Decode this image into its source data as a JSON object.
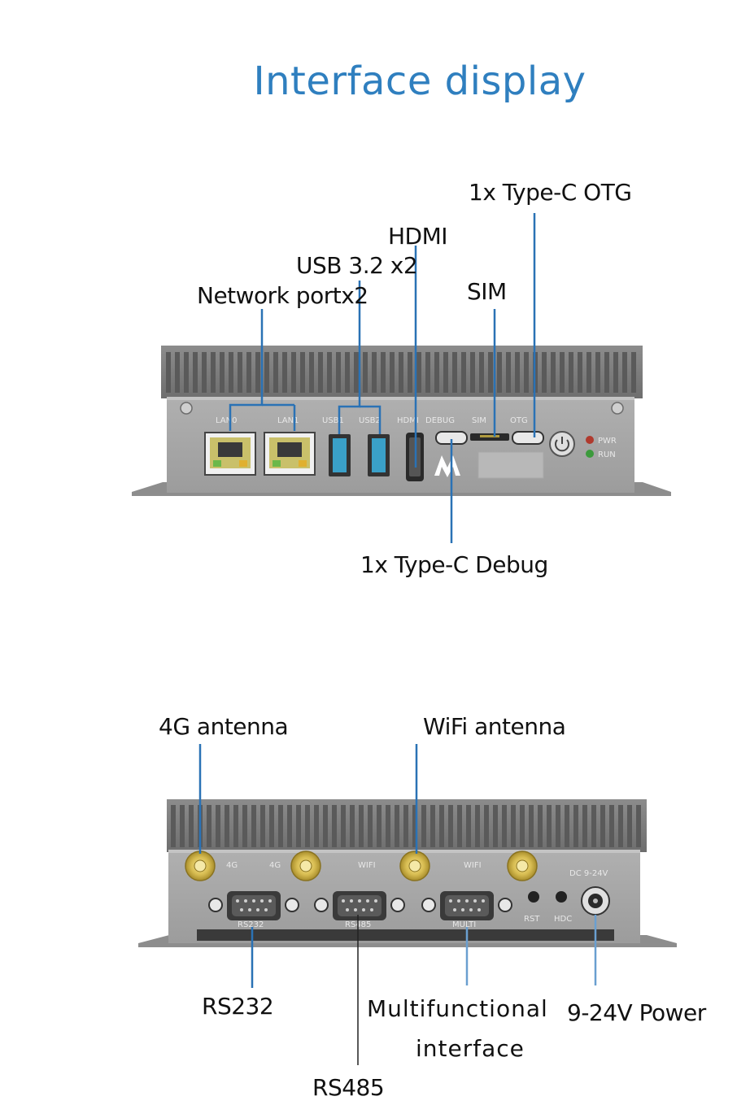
{
  "title": "Interface display",
  "front_panel": {
    "callouts": {
      "type_c_otg": "1x Type-C OTG",
      "hdmi": "HDMI",
      "usb": "USB 3.2 x2",
      "sim": "SIM",
      "network": "Network portx2",
      "type_c_debug": "1x Type-C Debug"
    },
    "silkscreen": {
      "lan0": "LAN0",
      "lan1": "LAN1",
      "usb1": "USB1",
      "usb2": "USB2",
      "hdmi": "HDMI",
      "debug": "DEBUG",
      "sim": "SIM",
      "otg": "OTG",
      "pwr": "PWR",
      "run": "RUN"
    }
  },
  "rear_panel": {
    "callouts": {
      "antenna_4g": "4G antenna",
      "antenna_wifi": "WiFi antenna",
      "rs232": "RS232",
      "rs485": "RS485",
      "multi_line1": "Multifunctional",
      "multi_line2": "interface",
      "power": "9-24V Power"
    },
    "silkscreen": {
      "ant1": "4G",
      "ant2": "4G",
      "ant3": "WIFI",
      "ant4": "WIFI",
      "dc": "DC 9-24V",
      "rst": "RST",
      "hdc": "HDC",
      "com1": "RS232",
      "com2": "RS485",
      "com3": "MULTI"
    }
  },
  "colors": {
    "title": "#2f7fbf",
    "leader_line": "#2a72b5",
    "chassis": "#9a9a9a",
    "panel": "#a4a4a4",
    "antenna_gold": "#d9c15a"
  }
}
